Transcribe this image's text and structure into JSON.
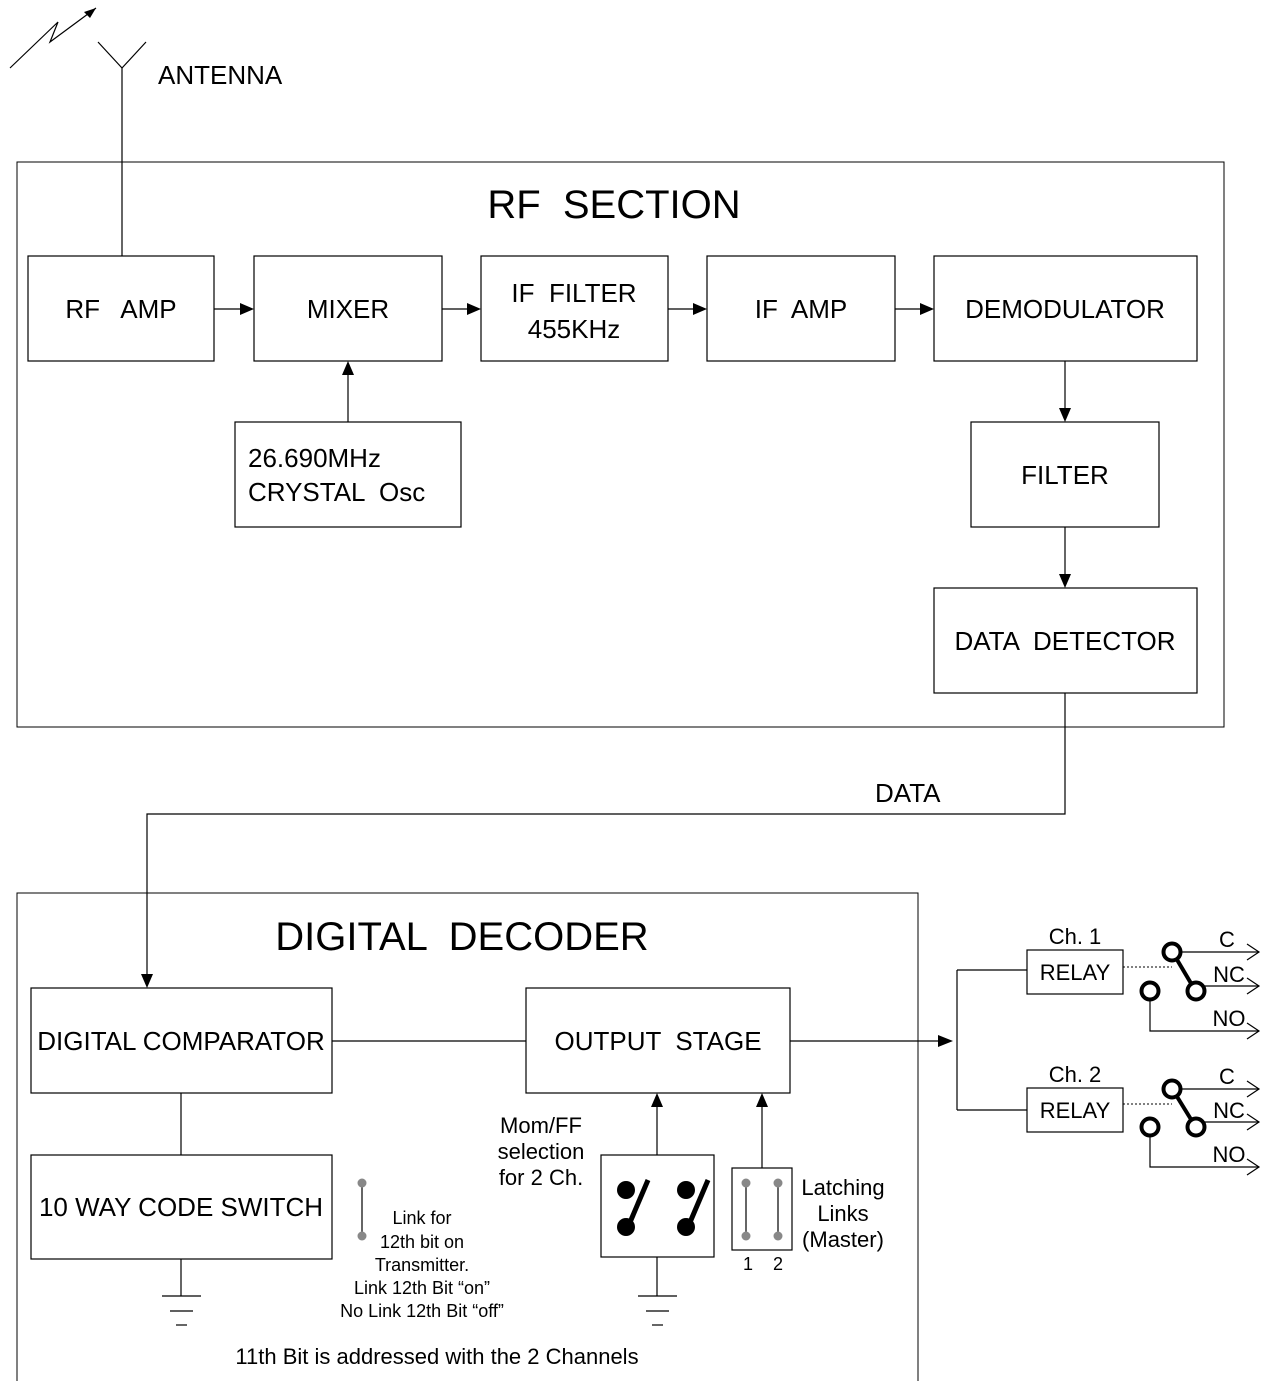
{
  "antenna": {
    "label": "ANTENNA"
  },
  "rf_section": {
    "title": "RF  SECTION",
    "rf_amp": "RF   AMP",
    "mixer": "MIXER",
    "if_filter": [
      "IF  FILTER",
      "455KHz"
    ],
    "if_amp": "IF  AMP",
    "demodulator": "DEMODULATOR",
    "oscillator": [
      "26.690MHz",
      "CRYSTAL  Osc"
    ],
    "filter": "FILTER",
    "data_detector": "DATA  DETECTOR"
  },
  "data_line": {
    "label": "DATA"
  },
  "digital_decoder": {
    "title": "DIGITAL  DECODER",
    "comparator": "DIGITAL COMPARATOR",
    "output_stage": "OUTPUT  STAGE",
    "code_switch": "10 WAY CODE SWITCH",
    "link_note": [
      "Link for",
      "12th bit on",
      "Transmitter.",
      "Link 12th Bit “on”",
      "No Link 12th Bit “off”"
    ],
    "mom_ff": [
      "Mom/FF",
      "selection",
      "for 2 Ch."
    ],
    "latching": [
      "Latching",
      "Links",
      "(Master)"
    ],
    "latch_numbers": [
      "1",
      "2"
    ],
    "footer": "11th Bit is addressed with the 2 Channels"
  },
  "relays": [
    {
      "channel": "Ch. 1",
      "label": "RELAY",
      "contacts": [
        "C",
        "NC",
        "NO"
      ]
    },
    {
      "channel": "Ch. 2",
      "label": "RELAY",
      "contacts": [
        "C",
        "NC",
        "NO"
      ]
    }
  ]
}
